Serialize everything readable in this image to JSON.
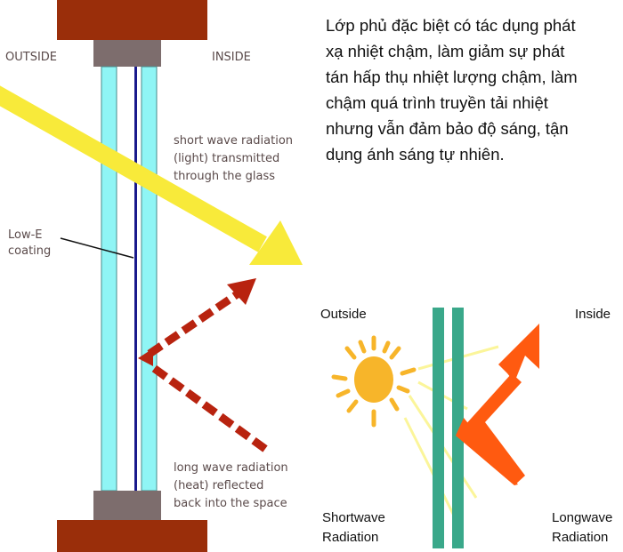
{
  "left_diagram": {
    "outside_label": "OUTSIDE",
    "inside_label": "INSIDE",
    "shortwave_text": [
      "short wave radiation",
      "(light) transmitted",
      "through the glass"
    ],
    "lowe_text": [
      "Low-E",
      "coating"
    ],
    "longwave_text": [
      "long wave radiation",
      "(heat) reflected",
      "back into the space"
    ],
    "colors": {
      "frame": "#9a2e0a",
      "spacer": "#7d6d6d",
      "glass": "#8ff5f5",
      "coating": "#1a1a8c",
      "light_arrow": "#f8ea3a",
      "heat_arrow": "#b8230f"
    }
  },
  "description": [
    "Lớp phủ đặc biệt có tác dụng phát",
    "xạ nhiệt chậm, làm giảm sự phát",
    "tán hấp thụ nhiệt lượng chậm, làm",
    "chậm quá trình truyền tải nhiệt",
    "nhưng vẫn đảm bảo độ sáng, tận",
    "dụng ánh sáng tự nhiên."
  ],
  "right_diagram": {
    "outside_label": "Outside",
    "inside_label": "Inside",
    "shortwave_label": [
      "Shortwave",
      "Radiation"
    ],
    "longwave_label": [
      "Longwave",
      "Radiation"
    ],
    "colors": {
      "glass": "#3aa88a",
      "sun": "#f7b52a",
      "arrow": "#ff5a10"
    }
  }
}
